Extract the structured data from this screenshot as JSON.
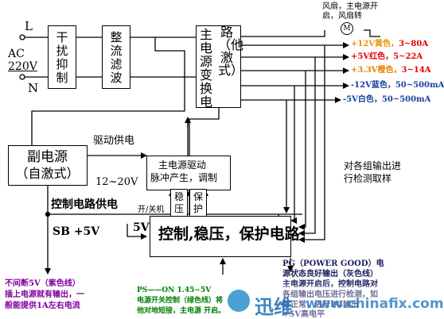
{
  "input": {
    "l": "L",
    "ac": "AC",
    "v220": "220V",
    "n": "N"
  },
  "blocks": {
    "filter": "干扰抑制",
    "rectifier": "整流滤波",
    "main_converter": {
      "main": "主电源变换电",
      "side": "路（他激式）"
    },
    "aux_supply": {
      "line1": "副电源",
      "line2": "（自激式）"
    },
    "driver": {
      "line1": "主电源驱动",
      "line2": "脉冲产生，调制",
      "col_a": "稳压",
      "col_b": "保护"
    },
    "control": "控制,稳压，保护电路"
  },
  "fan": {
    "label": "风扇，主电源开启，风扇转",
    "line1": "风扇，主电源开",
    "line2": "启，风扇转",
    "symbol": "M"
  },
  "outputs": [
    {
      "text": "+12V黄色，3~80A",
      "color": "#e69500",
      "value_color": "#e60000",
      "name": "out-12v",
      "voltage": "+12V黄色，",
      "current": "3~80A"
    },
    {
      "text": "+5V红色，5~22A",
      "color": "#e60000",
      "value_color": "#e60000",
      "name": "out-5v",
      "voltage": "+5V红色，",
      "current": "5~22A"
    },
    {
      "text": "+3.3V橙色，3~14A",
      "color": "#e67e00",
      "value_color": "#e60000",
      "name": "out-3v3",
      "voltage": "+3.3V橙色，",
      "current": "3~14A"
    },
    {
      "text": "-12V蓝色，50~500mA",
      "color": "#1a3fa0",
      "value_color": "#1a3fa0",
      "name": "out-neg12v",
      "voltage": "-12V蓝色，",
      "current": "50~500mA"
    },
    {
      "text": "-5V白色，50~500mA",
      "color": "#1a3fa0",
      "value_color": "#1a3fa0",
      "name": "out-neg5v",
      "voltage": "-5V白色，",
      "current": "50~500mA"
    }
  ],
  "labels": {
    "drive_supply": "驱动供电",
    "voltage_range": "12~20V",
    "control_supply": "控制电路供电",
    "sb": "SB +5V",
    "v5": "5V",
    "on_off": "开/关机",
    "feedback": "对各组输出进行检测取样",
    "feedback_l1": "对各组输出进",
    "feedback_l2": "行检测取样"
  },
  "notes": {
    "standby": {
      "l1": "不间断5V（紫色线）",
      "l2": "插上电源就有输出，一",
      "l3": "般能提供1A左右电流"
    },
    "ps_on": {
      "l1": "PS——ON 1.45~5V",
      "l2": "电源开关控制（绿色线）将",
      "l3": "他对地短接，主电源 开启。"
    },
    "pg": {
      "l1": "PG（POWER GOOD）电",
      "l2": "源状态良好输出（灰色线）",
      "l3": "主电源开启后，控制电路对",
      "l4": "各组输出电压进行检测，如",
      "l5": "都正常，进行PG输出",
      "l6": "+5V高电平"
    }
  },
  "watermark": {
    "cn": "迅维",
    "en": "www.chinafix.com"
  },
  "colors": {
    "standby_note": "#8000a0",
    "ps_note": "#008000",
    "pg_note": "#202060"
  }
}
